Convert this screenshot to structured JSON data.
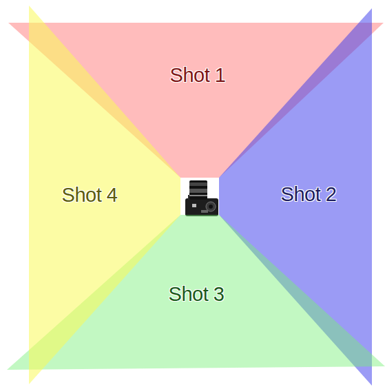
{
  "diagram": {
    "nodes": [
      {
        "text": [
          "Shot 1"
        ]
      },
      {
        "text": [
          "Shot 2"
        ]
      },
      {
        "text": [
          "Shot 3"
        ]
      },
      {
        "text": [
          "Shot 4"
        ]
      }
    ]
  }
}
